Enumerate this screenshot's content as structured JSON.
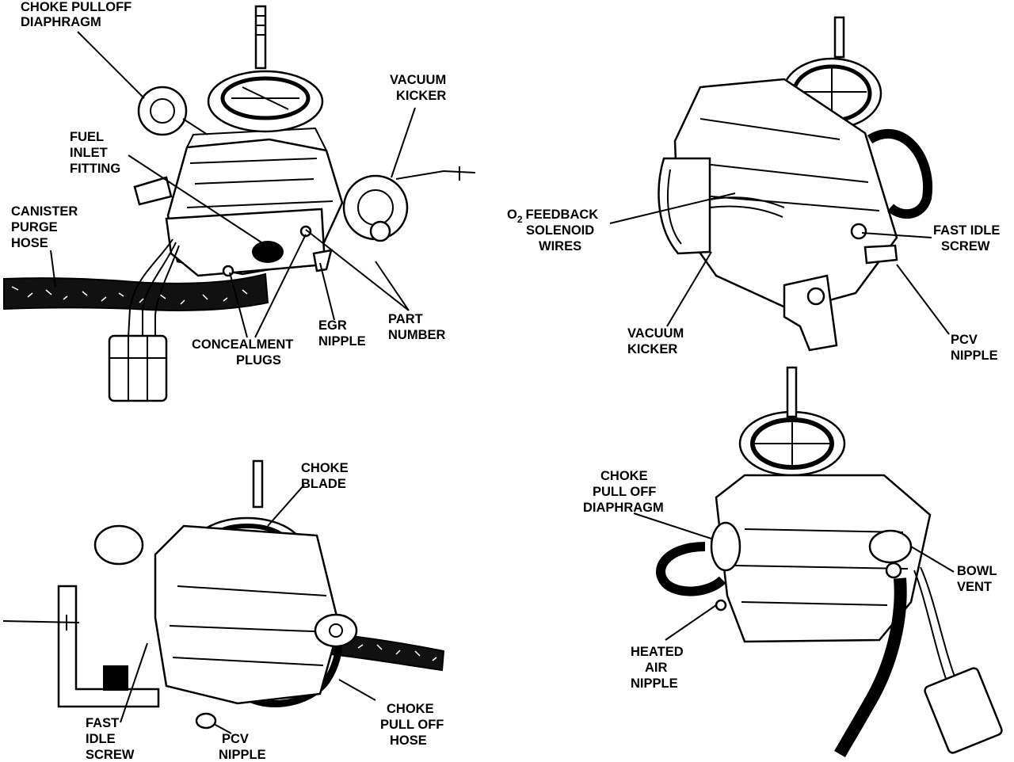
{
  "views": [
    {
      "id": "top-left",
      "labels": [
        {
          "key": "choke_pulloff_diaphragm",
          "lines": [
            "CHOKE PULLOFF",
            "DIAPHRAGM"
          ]
        },
        {
          "key": "vacuum_kicker",
          "lines": [
            "VACUUM",
            "KICKER"
          ]
        },
        {
          "key": "fuel_inlet_fitting",
          "lines": [
            "FUEL",
            "INLET",
            "FITTING"
          ]
        },
        {
          "key": "canister_purge_hose",
          "lines": [
            "CANISTER",
            "PURGE",
            "HOSE"
          ]
        },
        {
          "key": "concealment_plugs",
          "lines": [
            "CONCEALMENT",
            "PLUGS"
          ]
        },
        {
          "key": "egr_nipple",
          "lines": [
            "EGR",
            "NIPPLE"
          ]
        },
        {
          "key": "part_number",
          "lines": [
            "PART",
            "NUMBER"
          ]
        }
      ]
    },
    {
      "id": "top-right",
      "labels": [
        {
          "key": "o2_feedback_solenoid_wires",
          "lines": [
            "FEEDBACK",
            "SOLENOID",
            "WIRES"
          ],
          "prefix": "O",
          "subscript": "2"
        },
        {
          "key": "fast_idle_screw",
          "lines": [
            "FAST IDLE",
            "SCREW"
          ]
        },
        {
          "key": "vacuum_kicker",
          "lines": [
            "VACUUM",
            "KICKER"
          ]
        },
        {
          "key": "pcv_nipple",
          "lines": [
            "PCV",
            "NIPPLE"
          ]
        }
      ]
    },
    {
      "id": "bottom-left",
      "labels": [
        {
          "key": "choke_blade",
          "lines": [
            "CHOKE",
            "BLADE"
          ]
        },
        {
          "key": "fast_idle_screw",
          "lines": [
            "FAST",
            "IDLE",
            "SCREW"
          ]
        },
        {
          "key": "pcv_nipple",
          "lines": [
            "PCV",
            "NIPPLE"
          ]
        },
        {
          "key": "choke_pull_off_hose",
          "lines": [
            "CHOKE",
            "PULL OFF",
            "HOSE"
          ]
        }
      ]
    },
    {
      "id": "bottom-right",
      "labels": [
        {
          "key": "choke_pull_off_diaphragm",
          "lines": [
            "CHOKE",
            "PULL OFF",
            "DIAPHRAGM"
          ]
        },
        {
          "key": "bowl_vent",
          "lines": [
            "BOWL",
            "VENT"
          ]
        },
        {
          "key": "heated_air_nipple",
          "lines": [
            "HEATED",
            "AIR",
            "NIPPLE"
          ]
        }
      ]
    }
  ]
}
